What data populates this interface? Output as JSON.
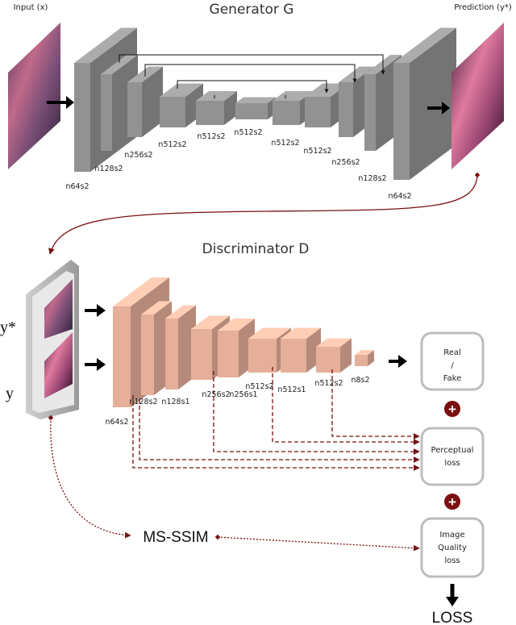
{
  "generator": {
    "title": "Generator G",
    "input_label": "Input (x)",
    "prediction_label": "Prediction (y*)",
    "layers": [
      "n64s2",
      "n128s2",
      "n256s2",
      "n512s2",
      "n512s2",
      "n512s2",
      "n512s2",
      "n512s2",
      "n256s2",
      "n128s2",
      "n64s2"
    ]
  },
  "discriminator": {
    "title": "Discriminator D",
    "layers": [
      "n64s2",
      "n128s2",
      "n128s1",
      "n256s2",
      "n256s1",
      "n512s2",
      "n512s1",
      "n512s2",
      "n8s2"
    ],
    "input_top_label": "y*",
    "input_bottom_label": "y"
  },
  "outputs": {
    "real_fake": [
      "Real",
      "/",
      "Fake"
    ],
    "perceptual": [
      "Perceptual",
      "loss"
    ],
    "image_quality": [
      "Image",
      "Quality",
      "loss"
    ],
    "ms_ssim": "MS-SSIM",
    "loss": "LOSS",
    "plus": "+"
  },
  "colors": {
    "generator_block": "#9a9a9a",
    "discriminator_block": "#f2b8a2",
    "connection": "#7a1010",
    "box_border": "#bdbdbd"
  }
}
